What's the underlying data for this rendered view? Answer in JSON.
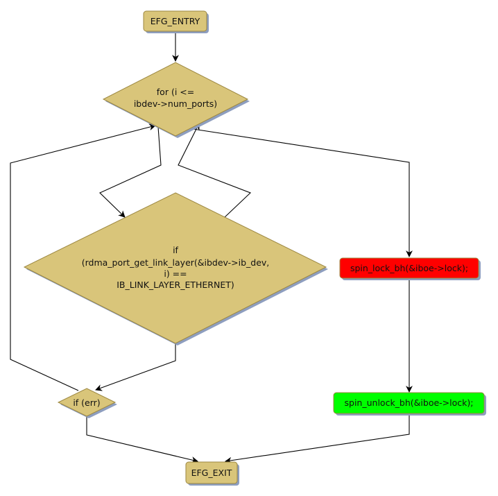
{
  "diagram": {
    "colors": {
      "node_fill": "#d9c57a",
      "node_stroke": "#9c8740",
      "shadow": "#8e9ebf",
      "lock_fill": "#ff0000",
      "unlock_fill": "#00ff00",
      "edge": "#000000"
    },
    "nodes": {
      "entry": {
        "label": "EFG_ENTRY"
      },
      "for_loop": {
        "lines": [
          "for (i <=",
          "ibdev->num_ports)"
        ]
      },
      "if_link": {
        "lines": [
          "if",
          "(rdma_port_get_link_layer(&ibdev->ib_dev,",
          "i) ==",
          "IB_LINK_LAYER_ETHERNET)"
        ]
      },
      "lock": {
        "label": "spin_lock_bh(&iboe->lock);"
      },
      "unlock": {
        "label": "spin_unlock_bh(&iboe->lock);"
      },
      "if_err": {
        "label": "if (err)"
      },
      "exit": {
        "label": "EFG_EXIT"
      }
    },
    "edges": [
      {
        "from": "entry",
        "to": "for_loop"
      },
      {
        "from": "for_loop",
        "to": "if_link"
      },
      {
        "from": "if_link",
        "to": "for_loop"
      },
      {
        "from": "for_loop",
        "to": "lock"
      },
      {
        "from": "lock",
        "to": "unlock"
      },
      {
        "from": "if_link",
        "to": "if_err"
      },
      {
        "from": "if_err",
        "to": "for_loop"
      },
      {
        "from": "if_err",
        "to": "exit"
      },
      {
        "from": "unlock",
        "to": "exit"
      }
    ]
  }
}
